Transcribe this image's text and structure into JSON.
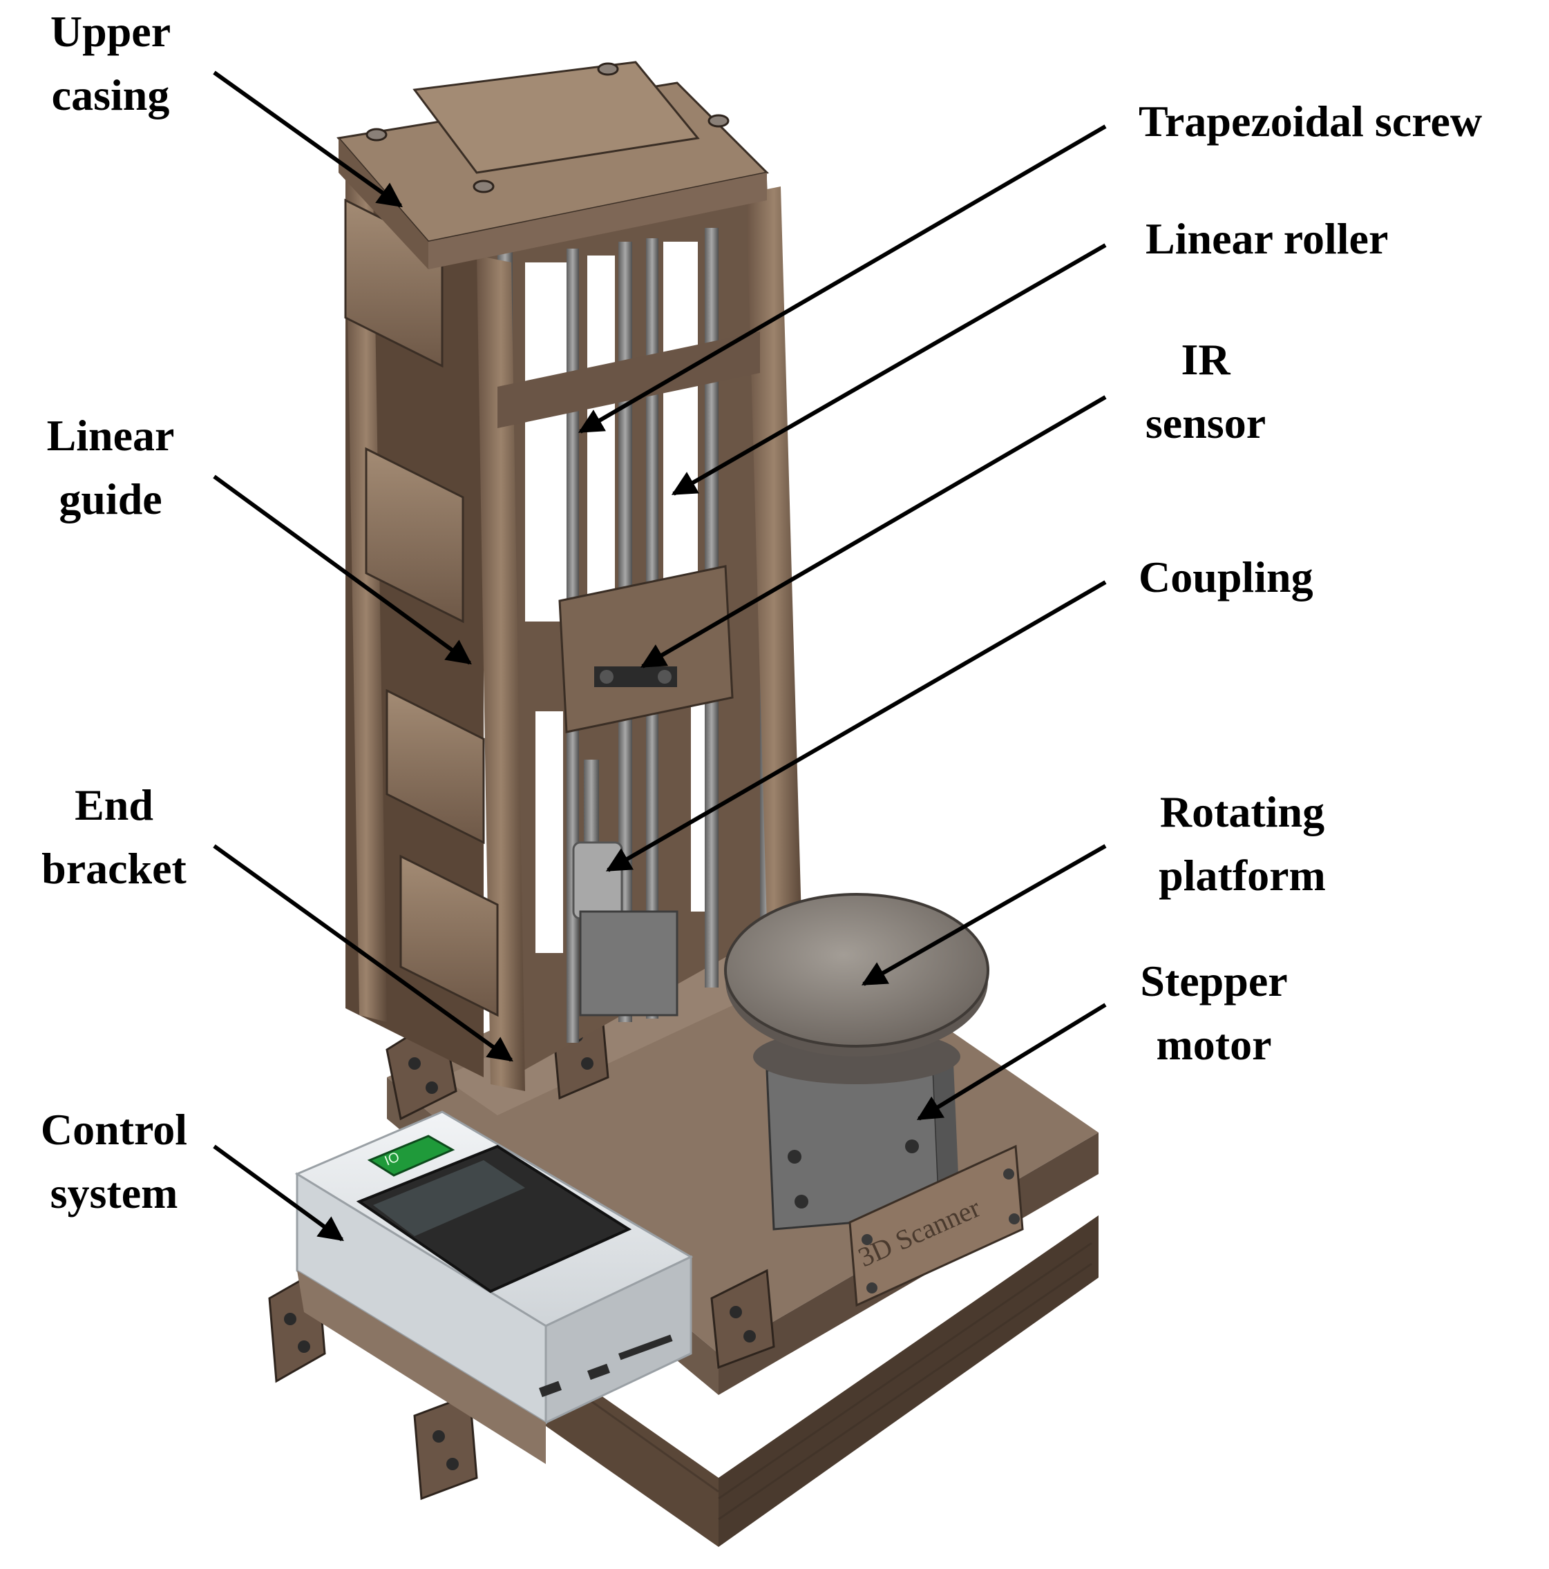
{
  "labels": {
    "upper_casing": [
      "Upper",
      "casing"
    ],
    "linear_guide": [
      "Linear",
      "guide"
    ],
    "end_bracket": [
      "End",
      "bracket"
    ],
    "control_system": [
      "Control",
      "system"
    ],
    "trapezoidal_screw": "Trapezoidal screw",
    "linear_roller": "Linear roller",
    "ir_sensor": [
      "IR",
      "sensor"
    ],
    "coupling": "Coupling",
    "rotating_platform": [
      "Rotating",
      "platform"
    ],
    "stepper_motor": [
      "Stepper",
      "motor"
    ]
  },
  "nameplate": "3D Scanner",
  "switch_text": "IO",
  "colors": {
    "bronze_light": "#a38b74",
    "bronze": "#7d6755",
    "bronze_dark": "#4a3a2e",
    "steel": "#8c8c8c",
    "steel_dark": "#3a3a3a",
    "housing_white": "#e6e9ec",
    "screen": "#2a2a2a",
    "switch_green": "#1f9a3a",
    "text": "#000000"
  }
}
